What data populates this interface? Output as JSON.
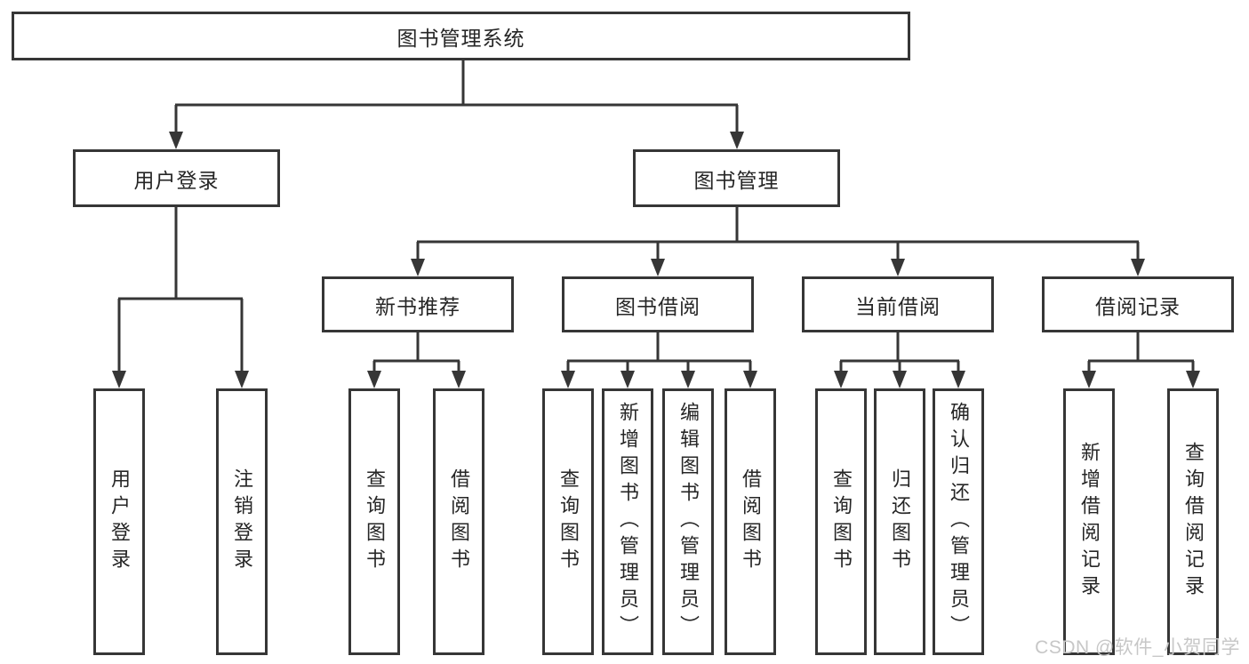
{
  "tree": {
    "label": "图书管理系统",
    "children": [
      {
        "label": "用户登录",
        "children": [
          {
            "label": "用户登录"
          },
          {
            "label": "注销登录"
          }
        ]
      },
      {
        "label": "图书管理",
        "children": [
          {
            "label": "新书推荐",
            "children": [
              {
                "label": "查询图书"
              },
              {
                "label": "借阅图书"
              }
            ]
          },
          {
            "label": "图书借阅",
            "children": [
              {
                "label": "查询图书"
              },
              {
                "label": "新增图书（管理员）"
              },
              {
                "label": "编辑图书（管理员）"
              },
              {
                "label": "借阅图书"
              }
            ]
          },
          {
            "label": "当前借阅",
            "children": [
              {
                "label": "查询图书"
              },
              {
                "label": "归还图书"
              },
              {
                "label": "确认归还（管理员）"
              }
            ]
          },
          {
            "label": "借阅记录",
            "children": [
              {
                "label": "新增借阅记录"
              },
              {
                "label": "查询借阅记录"
              }
            ]
          }
        ]
      }
    ]
  },
  "watermark": "CSDN @软件_小贺同学",
  "colors": {
    "line": "#363636",
    "box_border": "#363636",
    "text": "#262626",
    "background": "#ffffff",
    "watermark": "#c7c7c7"
  }
}
